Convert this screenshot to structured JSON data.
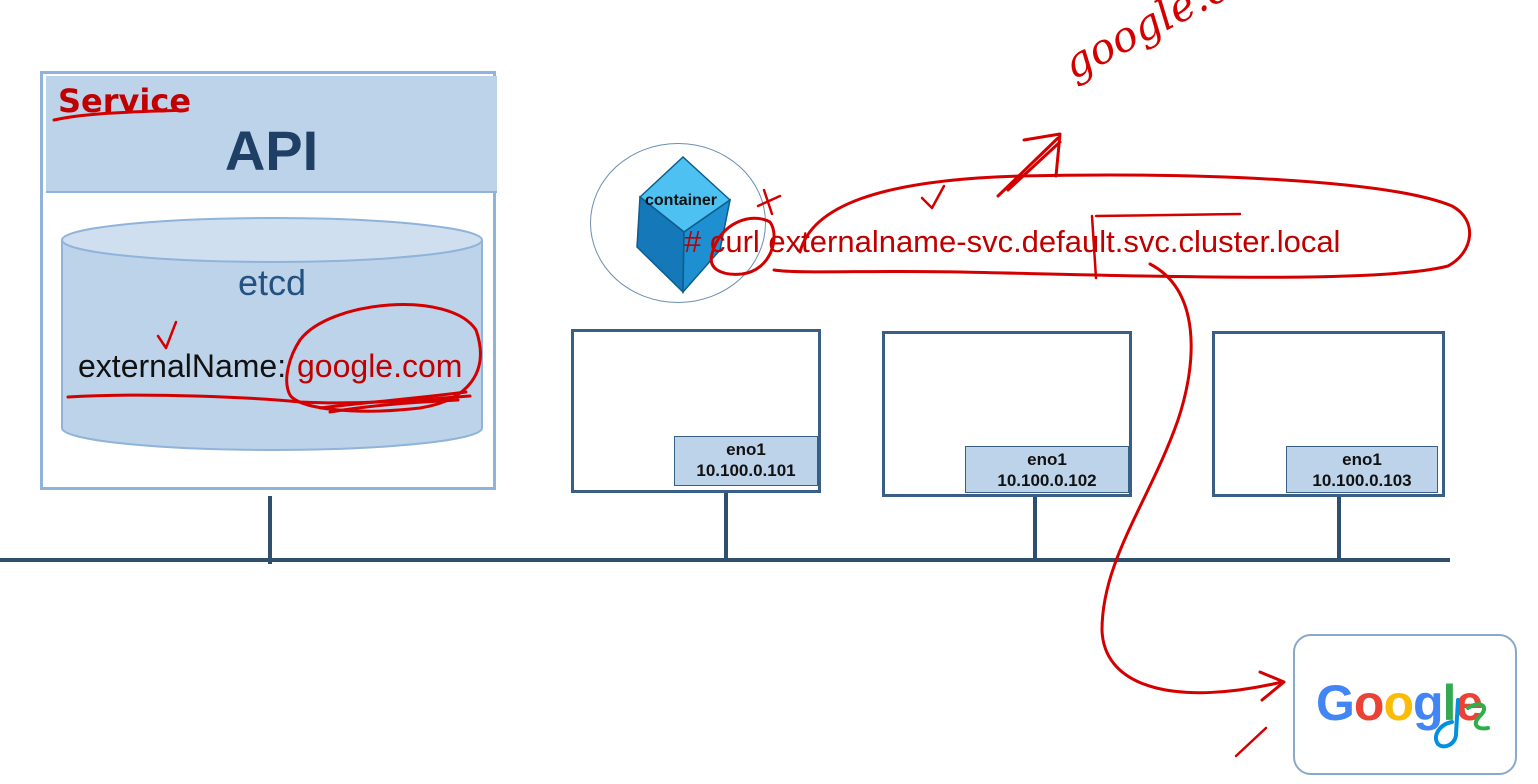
{
  "api_server": {
    "annotation": "Service",
    "title": "API",
    "etcd_label": "etcd",
    "external_name_key": "externalName:",
    "external_name_value": "google.com"
  },
  "container": {
    "label": "container",
    "command": "# curl  externalname-svc.default.svc.cluster.local"
  },
  "nodes": [
    {
      "nic": "eno1",
      "ip": "10.100.0.101"
    },
    {
      "nic": "eno1",
      "ip": "10.100.0.102"
    },
    {
      "nic": "eno1",
      "ip": "10.100.0.103"
    }
  ],
  "external": {
    "handwritten_target": "google.com",
    "logo_letters": [
      "G",
      "o",
      "o",
      "g",
      "l",
      "e"
    ],
    "logo_colors": [
      "#4285F4",
      "#EA4335",
      "#FBBC05",
      "#4285F4",
      "#34A853",
      "#EA4335"
    ]
  },
  "colors": {
    "annotation_red": "#d40000",
    "network_line": "#2f4f6f",
    "box_fill": "#bdd3ea",
    "cube_blue": "#1e9ee0"
  }
}
